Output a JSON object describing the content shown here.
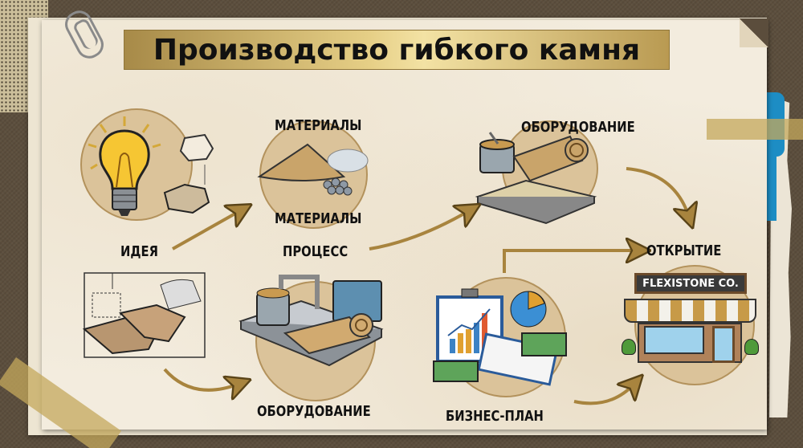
{
  "title": "Производство гибкого камня",
  "colors": {
    "background": "#5b4d3c",
    "paper": "#f3ecde",
    "title_bar": "#d4b86a",
    "arrow": "#a8843e",
    "circle_fill": "#dbc39a",
    "accent_blue": "#1d8dc4"
  },
  "steps": {
    "idea": {
      "label": "ИДЕЯ",
      "icon": "lightbulb-icon"
    },
    "materials_top": {
      "label": "МАТЕРИАЛЫ",
      "icon": "sand-pile-icon"
    },
    "materials_bottom": {
      "label": "МАТЕРИАЛЫ"
    },
    "process": {
      "label": "ПРОЦЕСС"
    },
    "equipment_top": {
      "label": "ОБОРУДОВАНИЕ",
      "icon": "flexible-stone-roll-icon"
    },
    "opening": {
      "label": "ОТКРЫТИЕ"
    },
    "shop": {
      "sign": "FLEXISTONE CO.",
      "icon": "storefront-icon"
    },
    "sketch": {
      "icon": "stone-sketch-icon"
    },
    "equipment_bottom": {
      "label": "ОБОРУДОВАНИЕ",
      "icon": "production-machine-icon"
    },
    "business_plan": {
      "label": "БИЗНЕС-ПЛАН",
      "icon": "business-plan-icon"
    }
  }
}
